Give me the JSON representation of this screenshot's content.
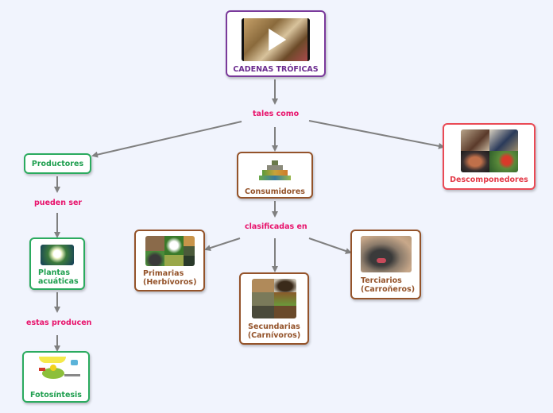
{
  "root": {
    "label": "CADENAS TRÓFICAS",
    "media": "video-play-icon"
  },
  "connectors": {
    "tales_como": "tales como",
    "pueden_ser": "pueden ser",
    "estas_producen": "estas producen",
    "clasificadas_en": "clasificadas en"
  },
  "nodes": {
    "productores": {
      "label": "Productores"
    },
    "plantas": {
      "label_line1": "Plantas",
      "label_line2": "acuáticas"
    },
    "fotosintesis": {
      "label": "Fotosíntesis"
    },
    "consumidores": {
      "label": "Consumidores"
    },
    "descomponedores": {
      "label": "Descomponedores"
    },
    "primarias": {
      "label_line1": "Primarias",
      "label_line2": "(Herbívoros)"
    },
    "secundarias": {
      "label_line1": "Secundarias",
      "label_line2": "(Carnívoros)"
    },
    "terciarios": {
      "label_line1": "Terciarios",
      "label_line2": "(Carroñeros)"
    }
  },
  "colors": {
    "background": "#f1f4fd",
    "root": "#6b2b8f",
    "producers": "#1f9f4f",
    "consumers": "#94532a",
    "decomposers": "#e33a48",
    "connector_text": "#e8126b",
    "arrow": "#808080"
  }
}
